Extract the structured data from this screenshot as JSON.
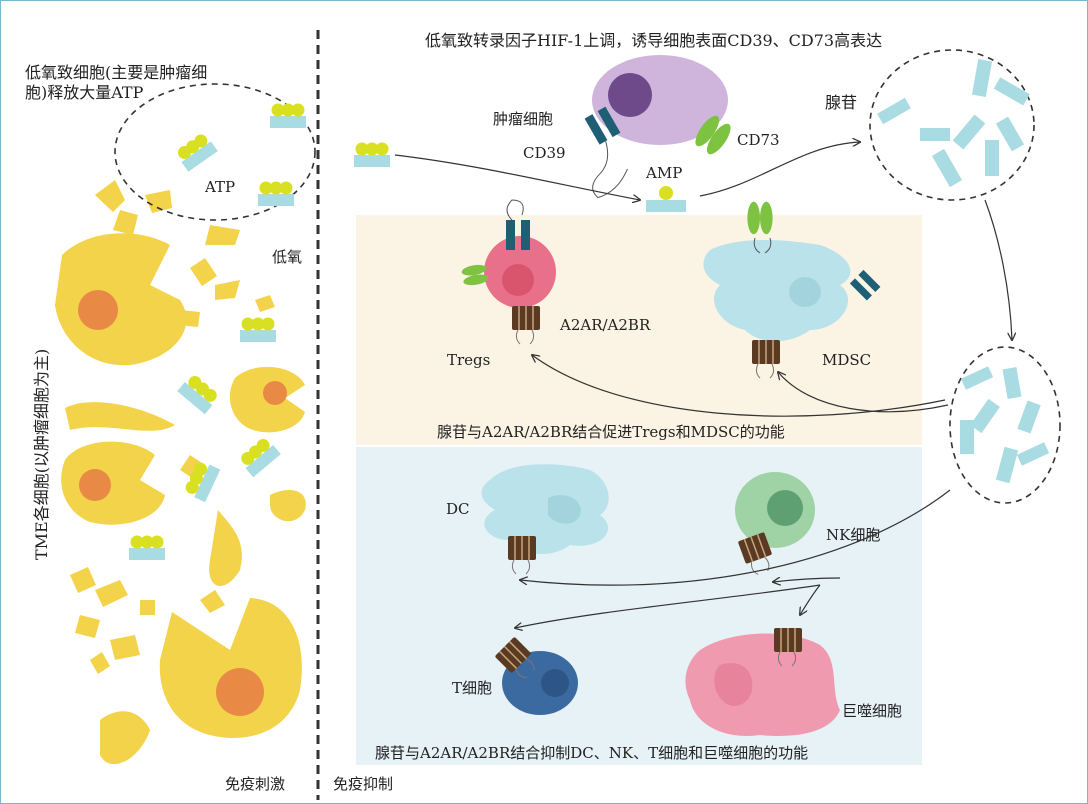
{
  "header": {
    "left_note": [
      "低氧致细胞(主要是肿瘤细",
      "胞)释放大量ATP"
    ],
    "top_note": "低氧致转录因子HIF-1上调，诱导细胞表面CD39、CD73高表达"
  },
  "left_panel": {
    "vertical_label": "TME各细胞(以肿瘤细胞为主)",
    "atp_label": "ATP",
    "hypoxia_label": "低氧",
    "bottom_label": "免疫刺激"
  },
  "right_panel": {
    "bottom_label": "免疫抑制",
    "tumor_cell_label": "肿瘤细胞",
    "cd39_label": "CD39",
    "cd73_label": "CD73",
    "amp_label": "AMP",
    "adenosine_label": "腺苷",
    "tregs_label": "Tregs",
    "receptor_label": "A2AR/A2BR",
    "mdsc_label": "MDSC",
    "promote_caption": "腺苷与A2AR/A2BR结合促进Tregs和MDSC的功能",
    "dc_label": "DC",
    "nk_label": "NK细胞",
    "t_label": "T细胞",
    "macrophage_label": "巨噬细胞",
    "inhibit_caption": "腺苷与A2AR/A2BR结合抑制DC、NK、T细胞和巨噬细胞的功能"
  },
  "colors": {
    "frame": "#7ab6d4",
    "promote_bg": "#fbf4e4",
    "inhibit_bg": "#e6f2f5",
    "atp_ball": "#d9e021",
    "base": "#a9dbe3",
    "tumor_cell": "#f2d34a",
    "tumor_nucleus": "#e88a45"
  }
}
